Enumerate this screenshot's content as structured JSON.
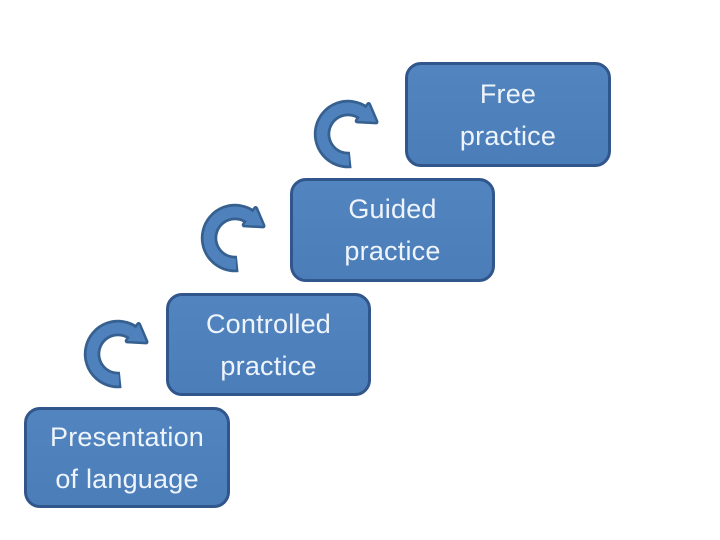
{
  "slide": {
    "background_color": "#ffffff",
    "diagram_type": "staircase-process",
    "steps": [
      {
        "id": "presentation-of-language",
        "label": "Presentation of language",
        "line1": "Presentation",
        "line2": "of language"
      },
      {
        "id": "controlled-practice",
        "label": "Controlled practice",
        "line1": "Controlled",
        "line2": "practice"
      },
      {
        "id": "guided-practice",
        "label": "Guided practice",
        "line1": "Guided",
        "line2": "practice"
      },
      {
        "id": "free-practice",
        "label": "Free practice",
        "line1": "Free",
        "line2": "practice"
      }
    ],
    "connectors": {
      "icon": "curved-up-arrow",
      "count": 3,
      "direction": "clockwise, pointing toward next higher step"
    },
    "colors": {
      "shape_fill": "#4f81bd",
      "shape_border": "#31568c",
      "arrow_fill": "#4f81bd",
      "arrow_border": "#35608f",
      "text": "#eef4fb"
    }
  }
}
